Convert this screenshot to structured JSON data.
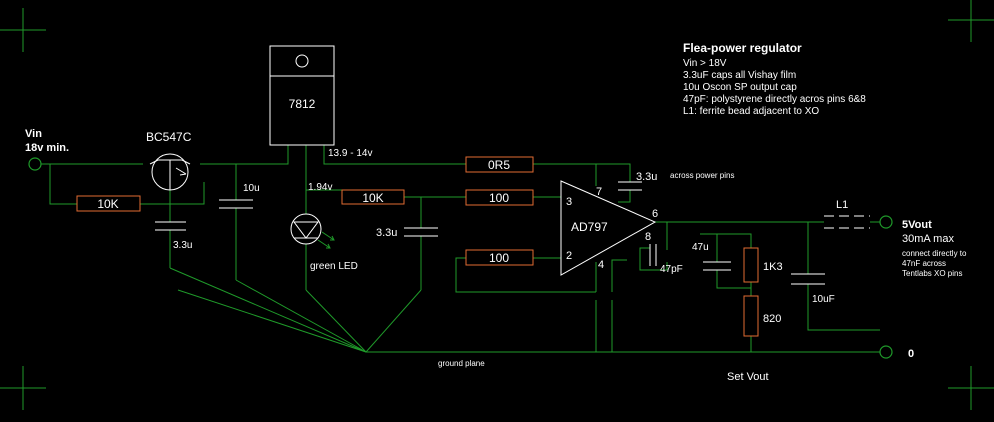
{
  "title": "Flea-power regulator",
  "notes": [
    "Vin > 18V",
    "3.3uF caps all Vishay film",
    "10u Oscon SP output cap",
    "47pF: polystyrene directly acros pins 6&8",
    "L1: ferrite bead adjacent to XO"
  ],
  "input": {
    "label": "Vin",
    "sublabel": "18v min."
  },
  "output": {
    "label": "5Vout",
    "current": "30mA max",
    "note_lines": [
      "connect directly to",
      "47nF across",
      "Tentlabs XO pins"
    ]
  },
  "ground_terminal": "0",
  "components": {
    "transistor": "BC547C",
    "regulator": "7812",
    "opamp": "AD797",
    "led": "green LED",
    "inductor": "L1",
    "r_base": "10K",
    "r_led": "10K",
    "r_0r5": "0R5",
    "r_in_plus": "100",
    "r_in_minus": "100",
    "r_1k3": "1K3",
    "r_820": "820",
    "c_3u3_q": "3.3u",
    "c_10u": "10u",
    "c_3u3_led": "3.3u",
    "c_3u3_power": "3.3u",
    "c_47u": "47u",
    "c_47pf": "47pF",
    "c_10uf_out": "10uF"
  },
  "pins": {
    "p7": "7",
    "p3": "3",
    "p6": "6",
    "p8": "8",
    "p2": "2",
    "p4": "4"
  },
  "labels": {
    "v_regout": "13.9 - 14v",
    "v_led": "1.94v",
    "across_power_pins": "across power pins",
    "ground_plane": "ground plane",
    "set_vout": "Set Vout"
  },
  "colors": {
    "background": "#000000",
    "wire": "#1f9a2a",
    "component_outline": "#ffffff",
    "resistor_outline": "#e26b32",
    "text": "#ffffff"
  }
}
